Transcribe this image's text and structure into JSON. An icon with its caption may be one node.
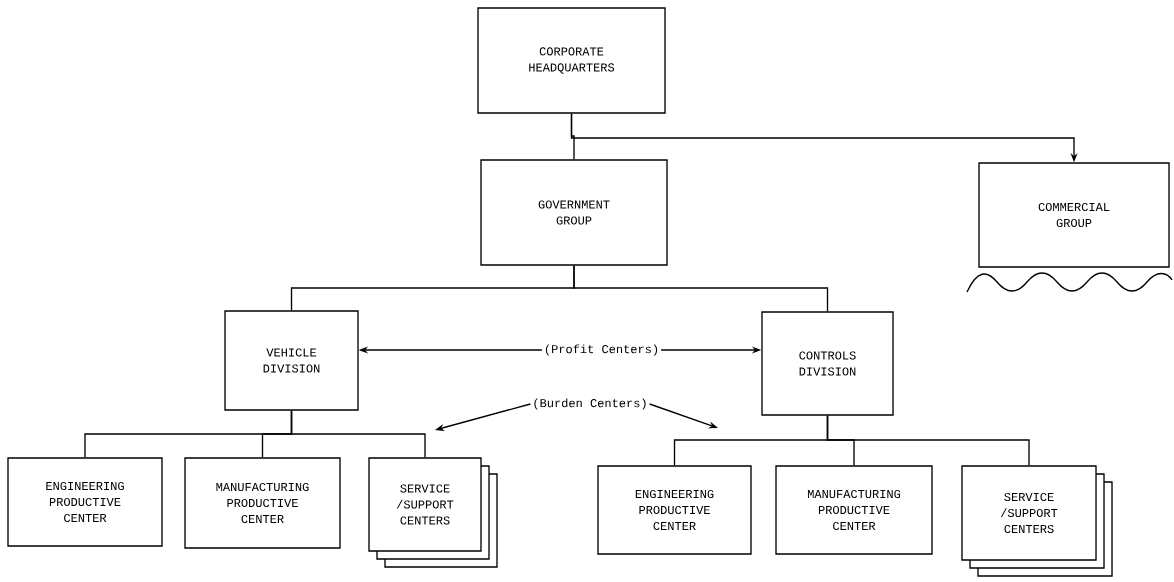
{
  "diagram": {
    "nodes": [
      {
        "text": [
          "CORPORATE HEADQUARTERS"
        ]
      },
      {
        "text": [
          "GOVERNMENT GROUP"
        ]
      },
      {
        "text": [
          "COMMERCIAL GROUP"
        ]
      },
      {
        "text": [
          "VEHICLE DIVISION"
        ]
      },
      {
        "text": [
          "CONTROLS DIVISION"
        ]
      },
      {
        "text": [
          "(Profit Centers)"
        ]
      },
      {
        "text": [
          "(Burden Centers)"
        ]
      },
      {
        "text": [
          "ENGINEERING PRODUCTIVE CENTER"
        ]
      },
      {
        "text": [
          "MANUFACTURING PRODUCTIVE CENTER"
        ]
      },
      {
        "text": [
          "SERVICE /SUPPORT CENTERS"
        ]
      },
      {
        "text": [
          "ENGINEERING PRODUCTIVE CENTER"
        ]
      },
      {
        "text": [
          "MANUFACTURING PRODUCTIVE CENTER"
        ]
      },
      {
        "text": [
          "SERVICE /SUPPORT CENTERS"
        ]
      }
    ],
    "edges": [
      {
        "from": 0,
        "to": 1,
        "arrow": "none"
      },
      {
        "from": 0,
        "to": 2,
        "arrow": "to"
      },
      {
        "from": 1,
        "to": 3,
        "arrow": "none"
      },
      {
        "from": 1,
        "to": 4,
        "arrow": "none"
      },
      {
        "from": 5,
        "to": 3,
        "arrow": "to"
      },
      {
        "from": 5,
        "to": 4,
        "arrow": "to"
      },
      {
        "from": 6,
        "to": null,
        "arrow": "to"
      },
      {
        "from": 6,
        "to": null,
        "arrow": "to"
      },
      {
        "from": 3,
        "to": 7,
        "arrow": "none"
      },
      {
        "from": 3,
        "to": 8,
        "arrow": "none"
      },
      {
        "from": 3,
        "to": 9,
        "arrow": "none"
      },
      {
        "from": 4,
        "to": 10,
        "arrow": "none"
      },
      {
        "from": 4,
        "to": 11,
        "arrow": "none"
      },
      {
        "from": 4,
        "to": 12,
        "arrow": "none"
      }
    ]
  }
}
